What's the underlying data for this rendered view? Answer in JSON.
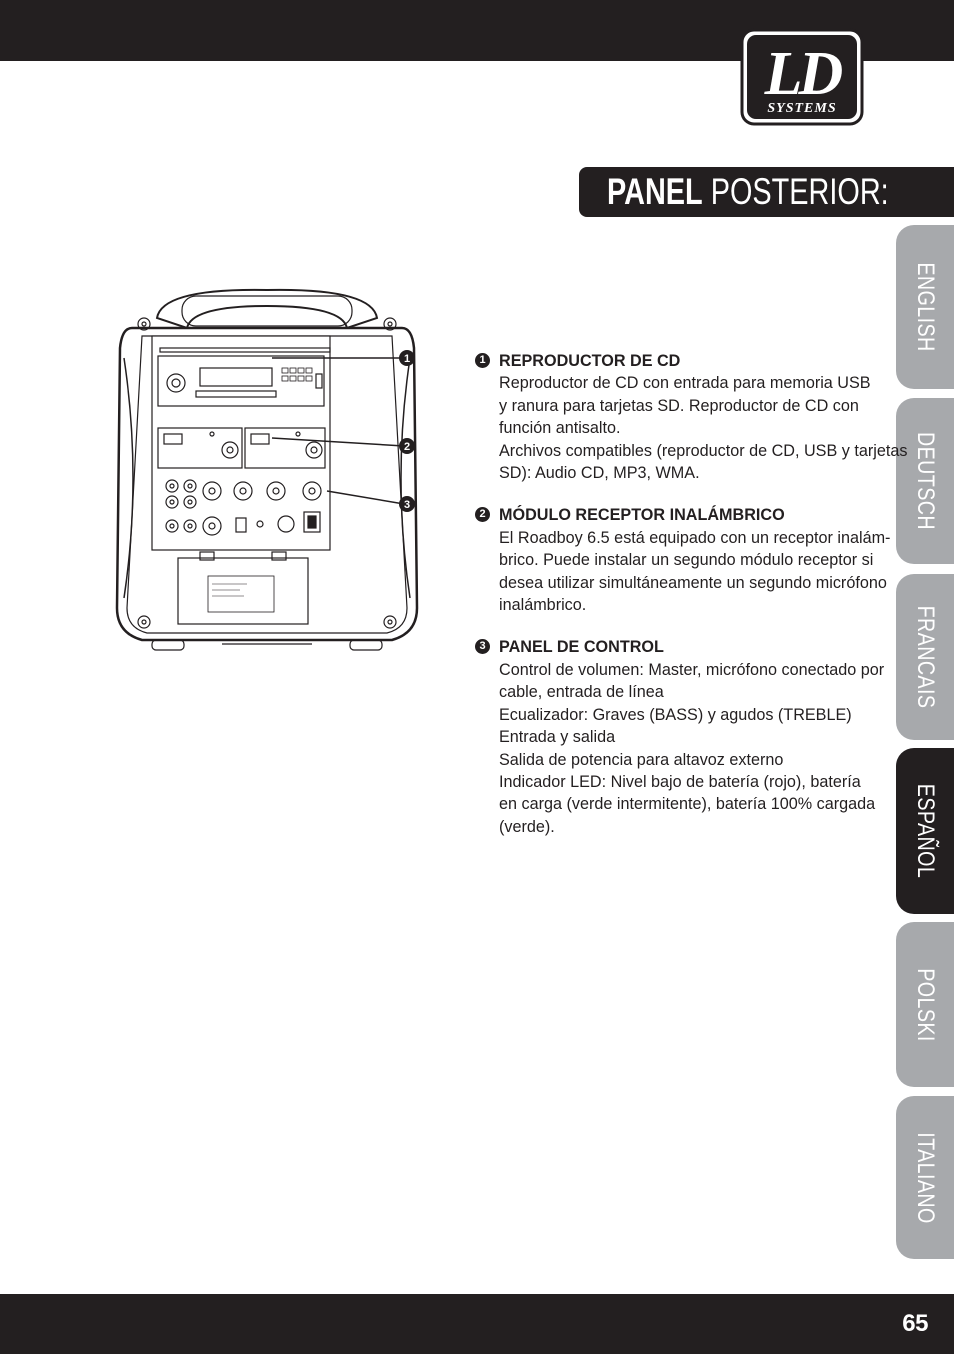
{
  "header": {
    "logo_text_main": "LD",
    "logo_text_sub": "SYSTEMS"
  },
  "section": {
    "title_bold": "PANEL",
    "title_light": "POSTERIOR:"
  },
  "language_tabs": [
    {
      "label": "ENGLISH",
      "active": false
    },
    {
      "label": "DEUTSCH",
      "active": false
    },
    {
      "label": "FRANCAIS",
      "active": false
    },
    {
      "label": "ESPAÑOL",
      "active": true
    },
    {
      "label": "POLSKI",
      "active": false
    },
    {
      "label": "ITALIANO",
      "active": false
    }
  ],
  "diagram_callouts": [
    "1",
    "2",
    "3"
  ],
  "items": [
    {
      "number": "1",
      "title": "REPRODUCTOR DE CD",
      "lines": [
        "Reproductor de CD con entrada para memoria USB",
        "y ranura para tarjetas SD. Reproductor de CD con",
        "función antisalto.",
        "Archivos compatibles (reproductor de CD, USB y tarjetas",
        "SD): Audio CD, MP3, WMA."
      ]
    },
    {
      "number": "2",
      "title": "MÓDULO RECEPTOR INALÁMBRICO",
      "lines": [
        "El Roadboy 6.5 está equipado con un receptor inalám-",
        "brico. Puede instalar un segundo módulo receptor si",
        "desea utilizar simultáneamente un segundo micrófono",
        "inalámbrico."
      ]
    },
    {
      "number": "3",
      "title": "PANEL DE CONTROL",
      "lines": [
        "Control de volumen: Master, micrófono conectado por",
        "cable, entrada de línea",
        "Ecualizador: Graves (BASS) y agudos (TREBLE)",
        "Entrada y salida",
        "Salida de potencia para altavoz externo",
        "Indicador LED: Nivel bajo de batería (rojo), batería",
        "en carga (verde intermitente), batería 100% cargada",
        "(verde)."
      ]
    }
  ],
  "footer": {
    "page_number": "65"
  }
}
